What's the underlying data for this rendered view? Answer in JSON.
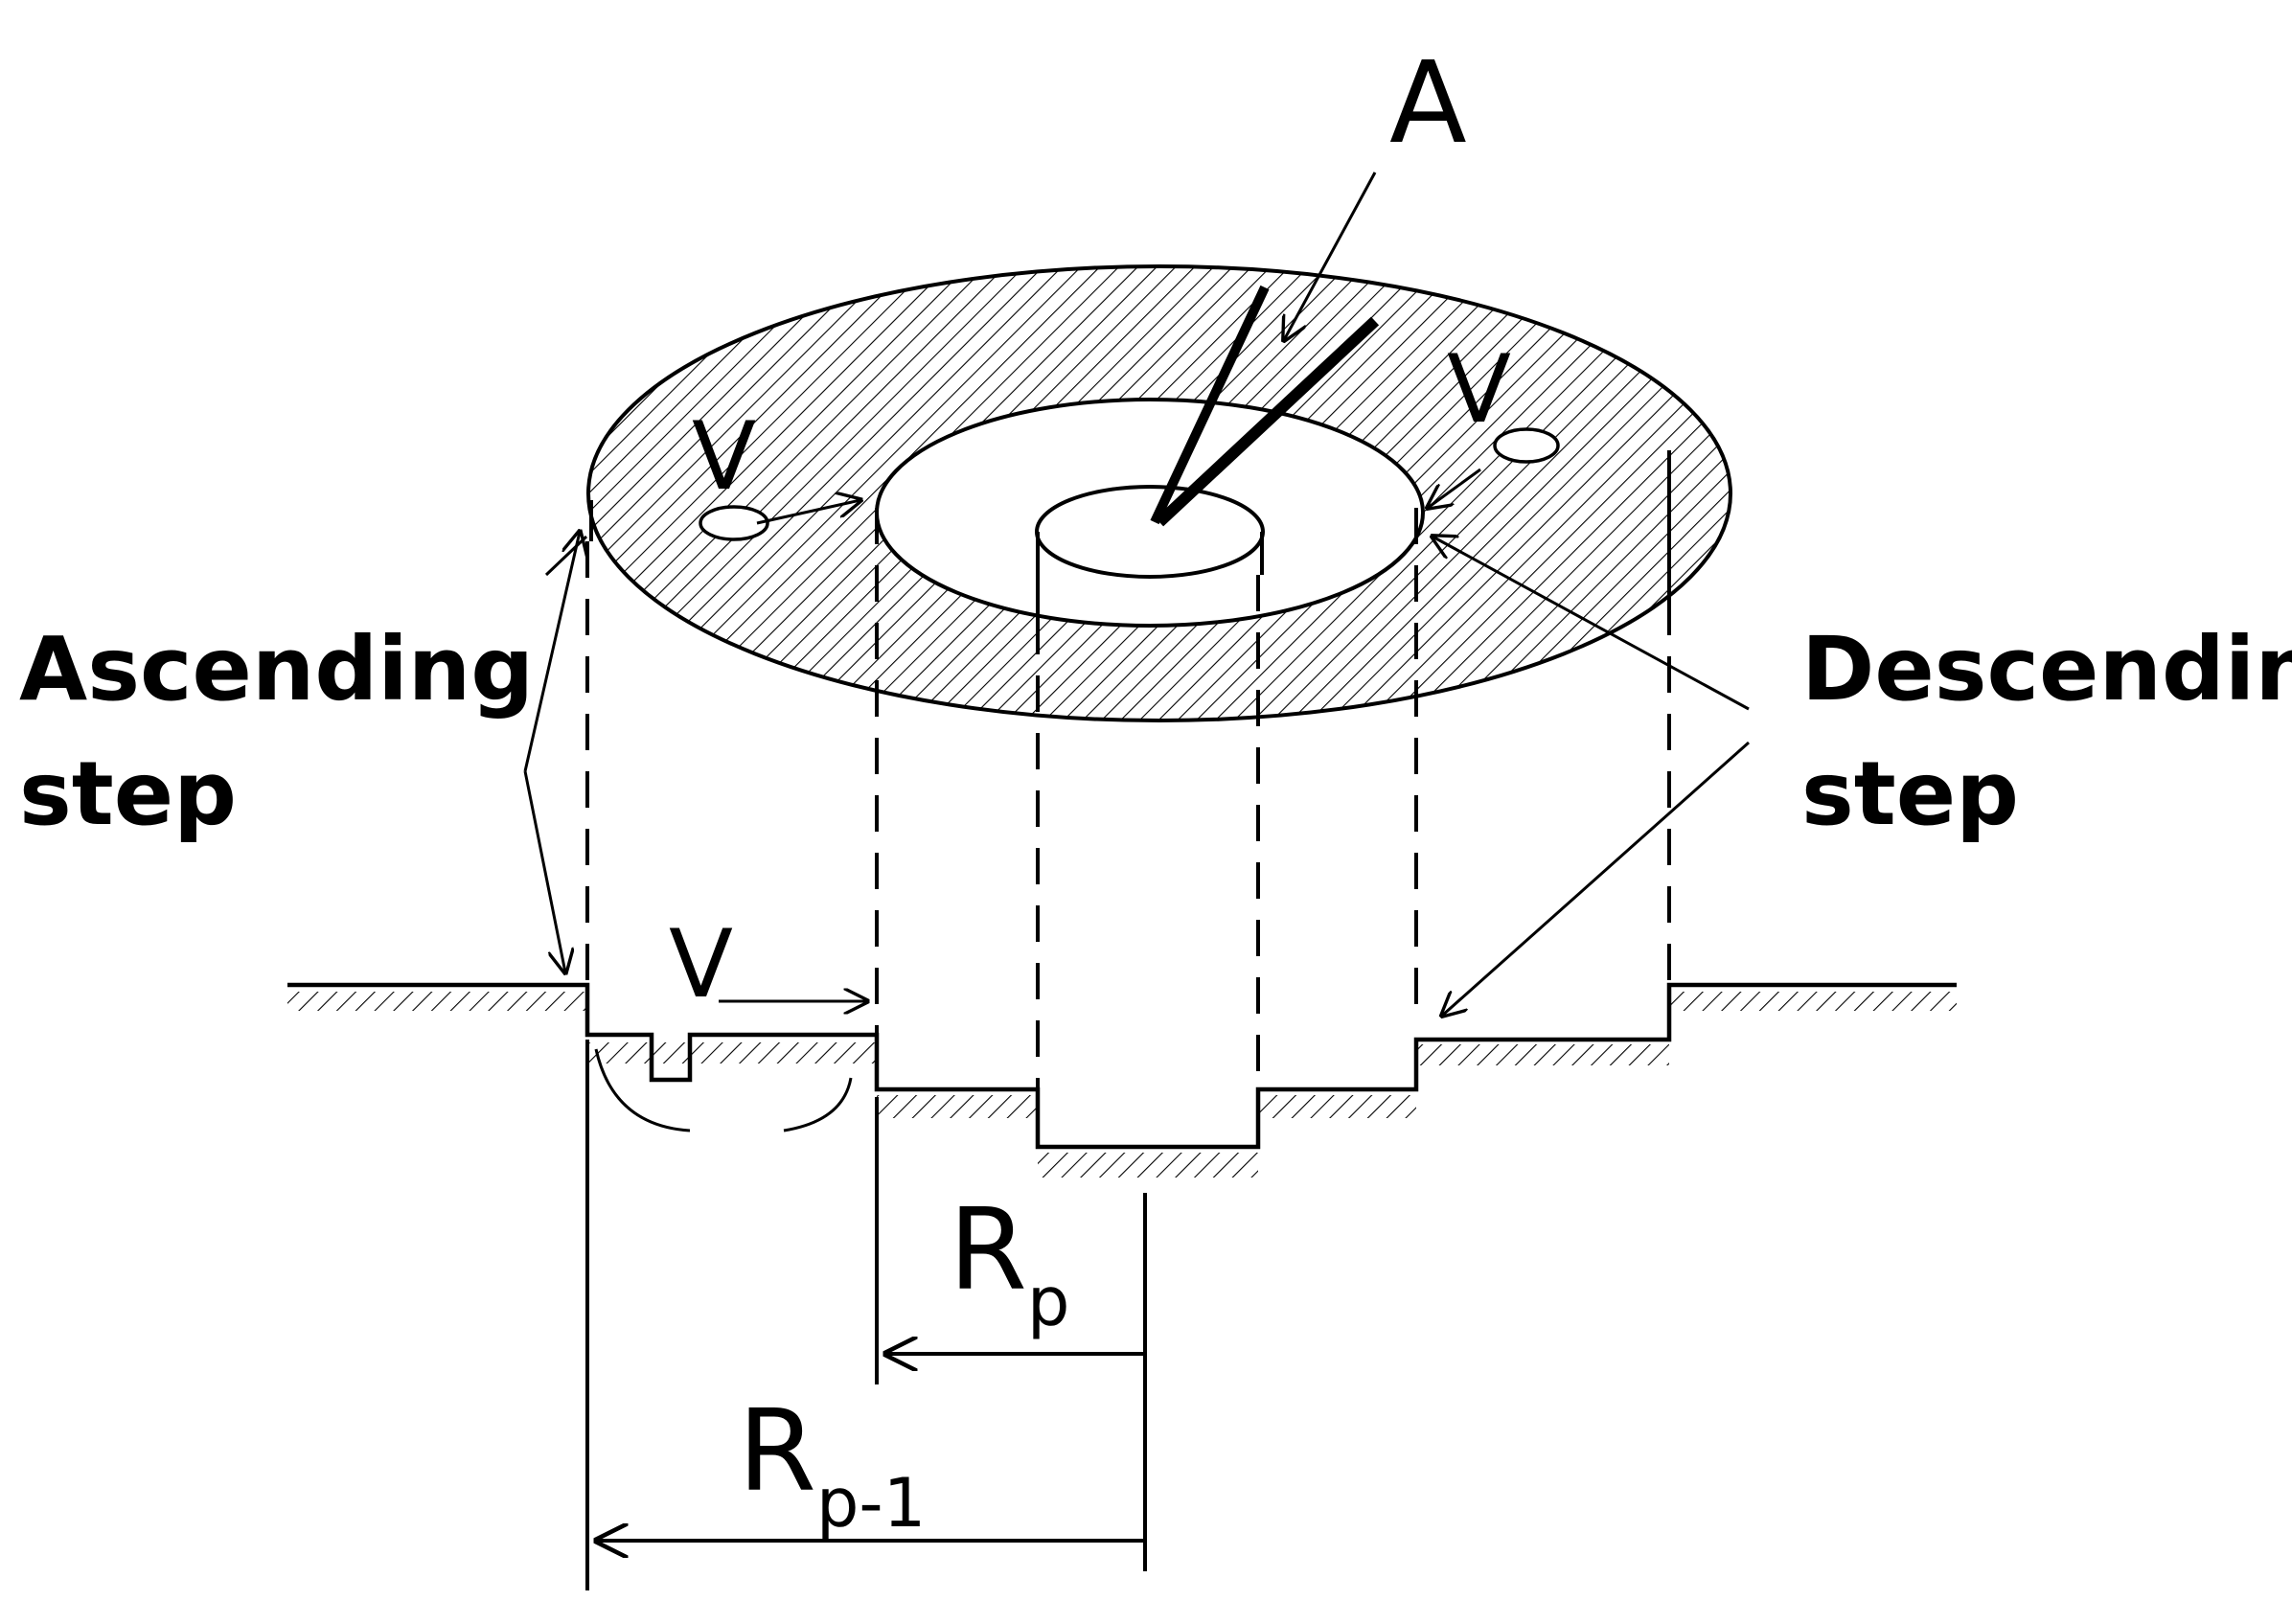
{
  "labels": {
    "a": "A",
    "v_left": "V",
    "v_right": "V",
    "v_bottom": "V",
    "ascending_line1": "Ascending",
    "ascending_line2": "step",
    "descending_line1": "Descending",
    "descending_line2": "step",
    "rp_main": "R",
    "rp_sub": "p",
    "rp1_main": "R",
    "rp1_sub": "p-1"
  },
  "colors": {
    "ink": "#000000",
    "paper": "#ffffff"
  }
}
